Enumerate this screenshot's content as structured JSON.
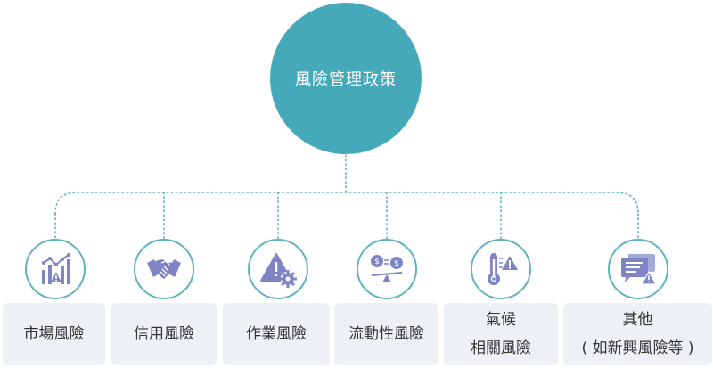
{
  "root": {
    "label": "風險管理政策"
  },
  "colors": {
    "accent": "#45a9ba",
    "icon_fill": "#7e84c4",
    "box_bg": "#edf0f4",
    "connector": "#5fb3c1"
  },
  "categories": [
    {
      "lines": [
        "市場風險"
      ],
      "icon": "market-chart-icon"
    },
    {
      "lines": [
        "信用風險"
      ],
      "icon": "handshake-icon"
    },
    {
      "lines": [
        "作業風險"
      ],
      "icon": "warning-gear-icon"
    },
    {
      "lines": [
        "流動性風險"
      ],
      "icon": "currency-balance-icon"
    },
    {
      "lines": [
        "氣候",
        "相關風險"
      ],
      "icon": "thermometer-warning-icon"
    },
    {
      "lines": [
        "其他",
        "( 如新興風險等 )"
      ],
      "icon": "chat-warning-icon"
    }
  ]
}
